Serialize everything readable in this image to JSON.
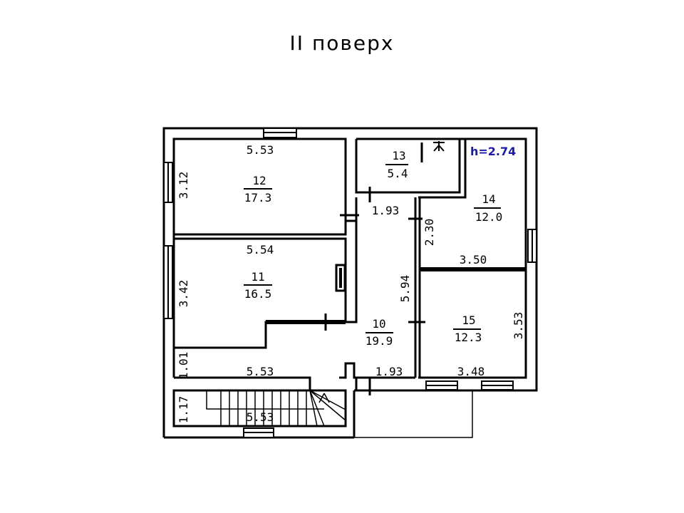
{
  "title": "II поверх",
  "ceiling_height": "h=2.74",
  "rooms": [
    {
      "number": "12",
      "area": "17.3"
    },
    {
      "number": "11",
      "area": "16.5"
    },
    {
      "number": "13",
      "area": "5.4"
    },
    {
      "number": "14",
      "area": "12.0"
    },
    {
      "number": "15",
      "area": "12.3"
    },
    {
      "number": "10",
      "area": "19.9"
    }
  ],
  "dimensions": {
    "r12_width": "5.53",
    "r12_height": "3.12",
    "r11_width": "5.54",
    "r11_height": "3.42",
    "hall_top_width": "1.93",
    "r14_height": "2.30",
    "r14_width": "3.50",
    "hall_length": "5.94",
    "r15_height": "3.53",
    "r15_width": "3.48",
    "corridor_height": "1.01",
    "corridor_width": "5.53",
    "hall_bottom_width": "1.93",
    "stair_height": "1.17",
    "stair_width": "5.53"
  }
}
